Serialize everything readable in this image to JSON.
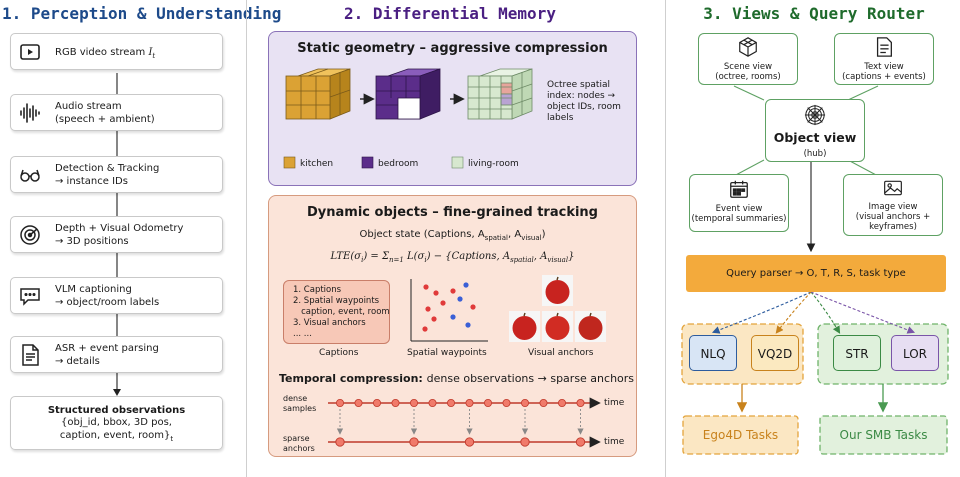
{
  "columns": {
    "c1": "1. Perception & Understanding",
    "c2": "2. Differential Memory",
    "c3": "3. Views & Query Router"
  },
  "pipeline": [
    {
      "icon": "video-icon",
      "label": "RGB video stream "
    },
    {
      "icon": "waveform-icon",
      "label": "Audio stream\n(speech + ambient)"
    },
    {
      "icon": "glasses-icon",
      "label": "Detection & Tracking\n→ instance IDs"
    },
    {
      "icon": "radar-icon",
      "label": "Depth + Visual Odometry\n→ 3D positions"
    },
    {
      "icon": "chat-icon",
      "label": "VLM captioning\n→ object/room labels"
    },
    {
      "icon": "document-icon",
      "label": "ASR + event parsing\n→ details"
    }
  ],
  "pipeline_var": "It",
  "final_box": {
    "title": "Structured observations",
    "lines": "{obj_id, bbox, 3D pos,\ncaption, event, room}"
  },
  "static_panel": {
    "title": "Static geometry – aggressive compression",
    "octree_note": "Octree spatial\nindex: nodes →\nobject IDs, room\nlabels",
    "legend": [
      {
        "label": "kitchen",
        "color": "#dba234"
      },
      {
        "label": "bedroom",
        "color": "#5b2d8a"
      },
      {
        "label": "living-room",
        "color": "#d7e8cf"
      }
    ]
  },
  "dynamic_panel": {
    "title": "Dynamic objects – fine-grained tracking",
    "object_state": "Object state (Captions, A",
    "captions_box": "1. Captions\n2. Spatial waypoints\n   caption, event, room\n3. Visual anchors\n... ...",
    "captions_label": "Captions",
    "waypoints_label": "Spatial waypoints",
    "anchors_label": "Visual anchors",
    "temporal_title": "Temporal compression: ",
    "temporal_rest": "dense observations → sparse anchors",
    "dense_label": "dense\nsamples",
    "sparse_label": "sparse\nanchors",
    "time_label": "time"
  },
  "views": {
    "scene": "Scene view\n(octree, rooms)",
    "text": "Text view\n(captions + events)",
    "object": "Object view",
    "hub": "(hub)",
    "event": "Event view\n(temporal summaries)",
    "image": "Image view\n(visual anchors +\nkeyframes)"
  },
  "router": "Query parser → O, T, R, S, task type",
  "tasks": [
    "NLQ",
    "VQ2D",
    "STR",
    "LOR"
  ],
  "outcomes": [
    "Ego4D Tasks",
    "Our SMB Tasks"
  ],
  "colors": {
    "task_blue": "#d8e5f5",
    "task_yellow": "#fbe9c0",
    "task_green": "#dff1dc",
    "task_purple": "#e7def2",
    "group_orange": "#fbe7c3",
    "group_green": "#e2f1dd"
  }
}
